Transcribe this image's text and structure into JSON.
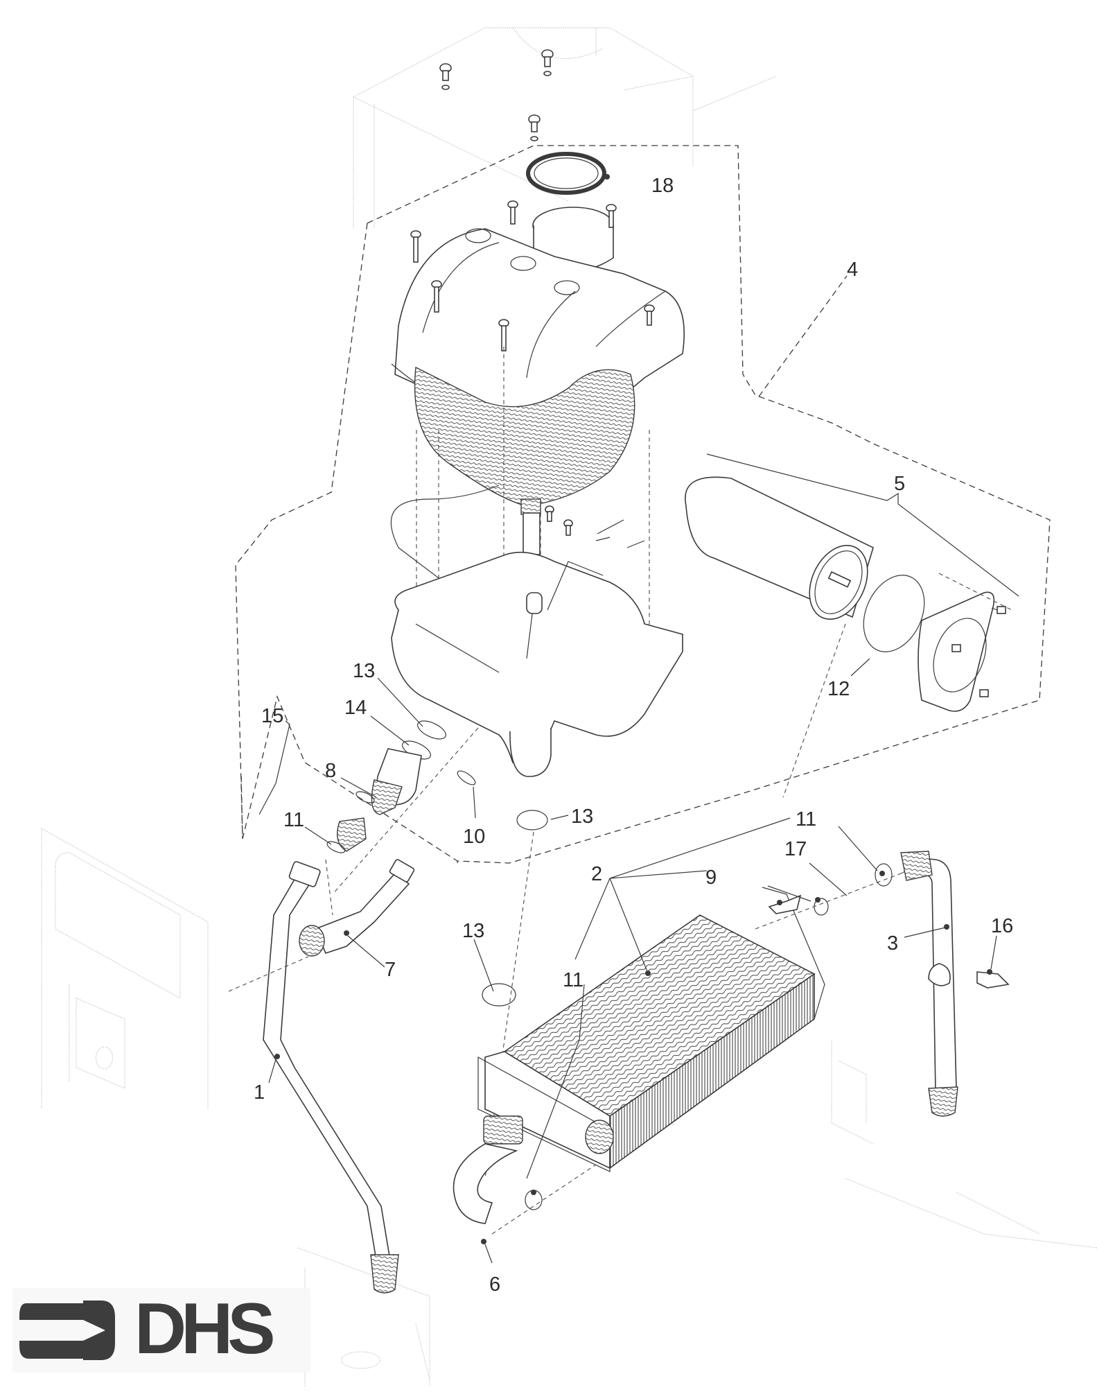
{
  "diagram": {
    "title": "Exploded parts diagram — boiler heat exchanger and combustion chamber assembly",
    "style": "monochrome line drawing",
    "colors": {
      "ink": "#3a3a3a",
      "ghost": "#c9c9c9",
      "background": "#ffffff",
      "logo": "#3d3d3d"
    },
    "callouts": [
      {
        "id": "c18",
        "label": "18",
        "part": "seal ring (flue collar)"
      },
      {
        "id": "c4",
        "label": "4",
        "part": "combustion chamber assembly (dashed group)"
      },
      {
        "id": "c5",
        "label": "5",
        "part": "burner assembly"
      },
      {
        "id": "c12",
        "label": "12",
        "part": "burner gasket"
      },
      {
        "id": "c13a",
        "label": "13",
        "part": "O-ring"
      },
      {
        "id": "c14",
        "label": "14",
        "part": "O-ring"
      },
      {
        "id": "c15",
        "label": "15",
        "part": "condensate trap group"
      },
      {
        "id": "c8",
        "label": "8",
        "part": "trap fitting"
      },
      {
        "id": "c11a",
        "label": "11",
        "part": "washer"
      },
      {
        "id": "c10",
        "label": "10",
        "part": "O-ring"
      },
      {
        "id": "c13b",
        "label": "13",
        "part": "O-ring"
      },
      {
        "id": "c11b",
        "label": "11",
        "part": "washer"
      },
      {
        "id": "c17",
        "label": "17",
        "part": "sensor"
      },
      {
        "id": "c2",
        "label": "2",
        "part": "heat exchanger"
      },
      {
        "id": "c9",
        "label": "9",
        "part": "seal"
      },
      {
        "id": "c3",
        "label": "3",
        "part": "flow pipe"
      },
      {
        "id": "c16",
        "label": "16",
        "part": "temperature sensor"
      },
      {
        "id": "c7",
        "label": "7",
        "part": "pipe connector"
      },
      {
        "id": "c13c",
        "label": "13",
        "part": "O-ring"
      },
      {
        "id": "c11c",
        "label": "11",
        "part": "washer"
      },
      {
        "id": "c1",
        "label": "1",
        "part": "return pipe"
      },
      {
        "id": "c6",
        "label": "6",
        "part": "elbow pipe"
      }
    ]
  },
  "logo": {
    "text": "DHS",
    "icon": "arrow-bracket-icon"
  }
}
